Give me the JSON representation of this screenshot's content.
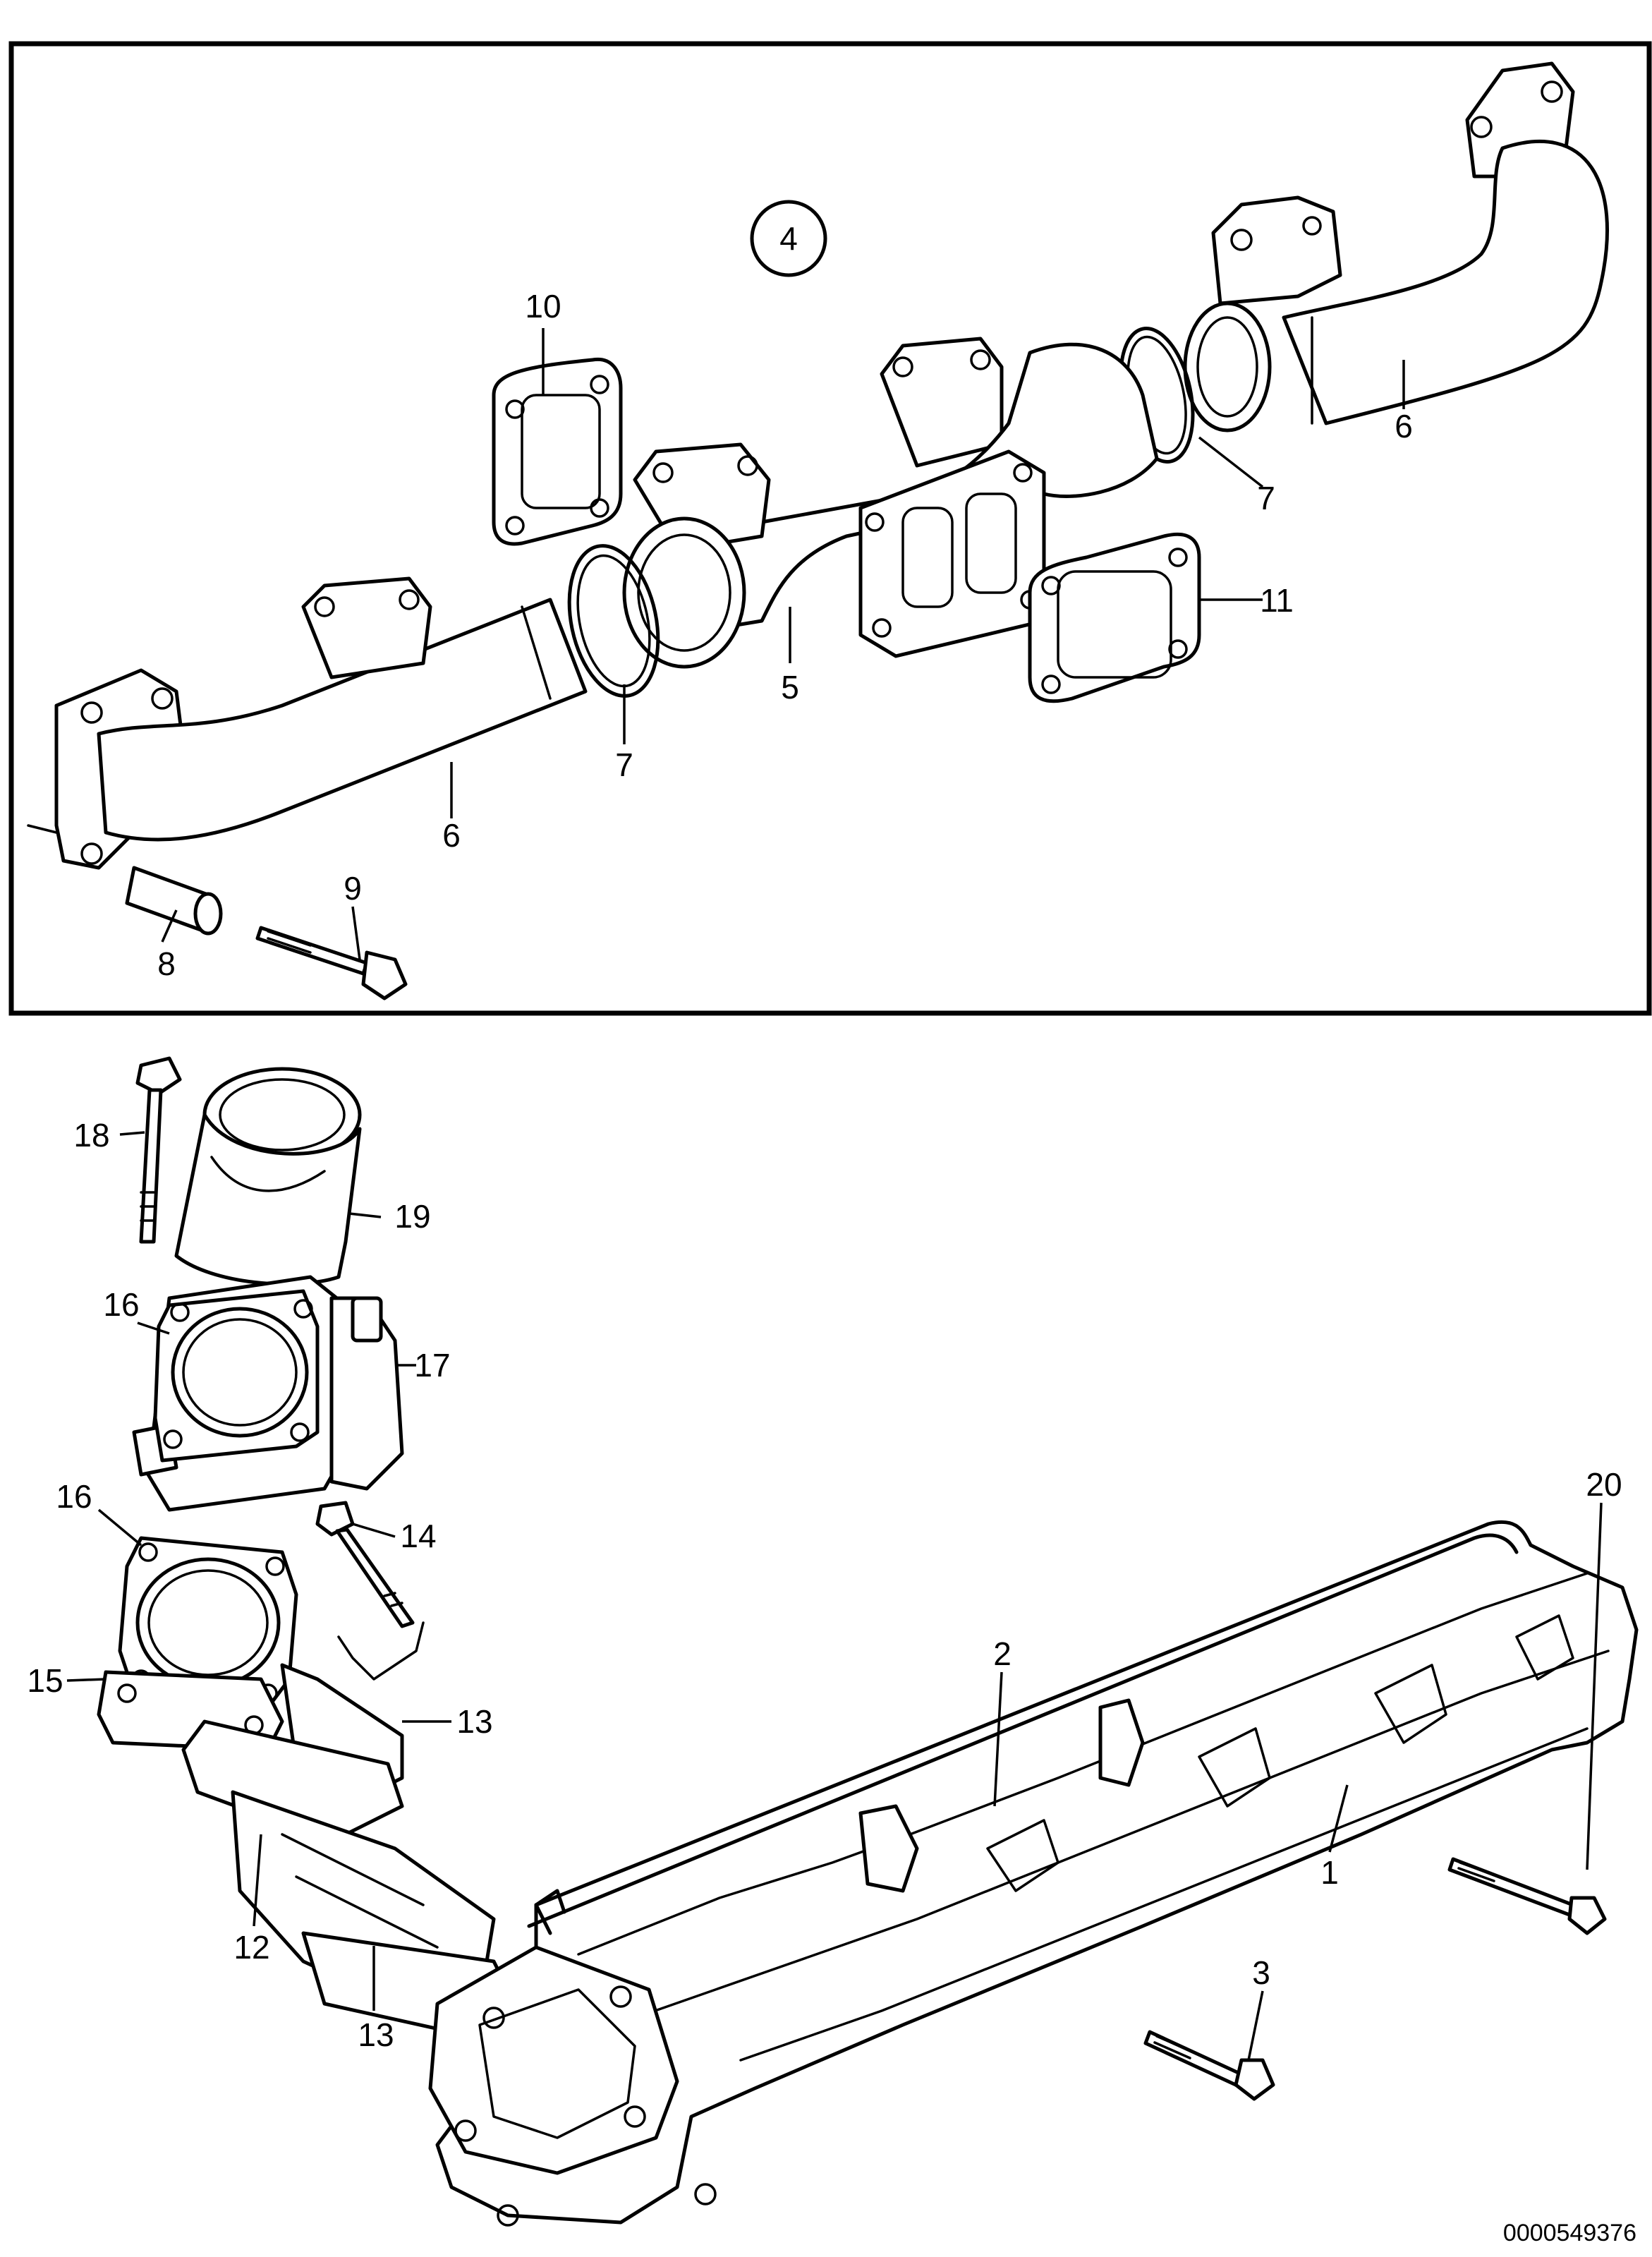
{
  "inset": {
    "view_number": "4",
    "callouts": [
      "10",
      "6",
      "7",
      "7",
      "5",
      "11",
      "6",
      "8",
      "9"
    ]
  },
  "main": {
    "callouts": [
      "18",
      "19",
      "16",
      "17",
      "16",
      "14",
      "15",
      "13",
      "12",
      "13",
      "2",
      "20",
      "1",
      "3"
    ]
  },
  "document_id": "0000549376"
}
